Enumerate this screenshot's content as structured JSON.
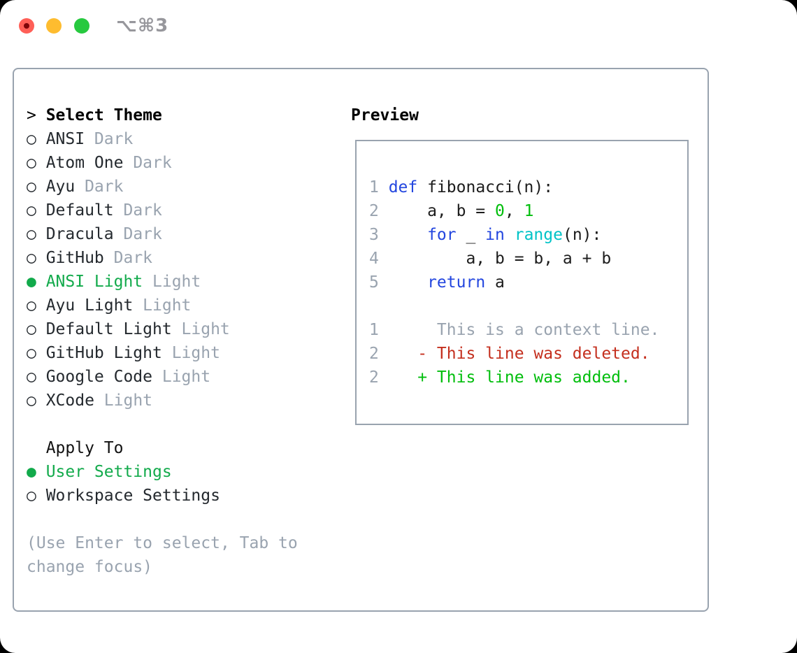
{
  "colors": {
    "ui-green": "#12aa4b",
    "kw": "#2346df",
    "builtin": "#00c3c7",
    "num": "#00be0c",
    "add": "#00be0c",
    "del": "#c42f1e",
    "muted": "#99a3af",
    "text": "#24292e",
    "code": "#1c1c1c",
    "border": "#99a3af",
    "traffic-red": "#ff5f57",
    "traffic-yellow": "#febc2f",
    "traffic-green": "#27c93f"
  },
  "titlebar": {
    "shortcut": "⌥⌘3"
  },
  "theme_panel": {
    "header_prefix": ">",
    "header": "Select Theme",
    "radio_selected": "●",
    "radio_unselected": "○",
    "items": [
      {
        "name": "ANSI",
        "tag": "Dark",
        "selected": false
      },
      {
        "name": "Atom One",
        "tag": "Dark",
        "selected": false
      },
      {
        "name": "Ayu",
        "tag": "Dark",
        "selected": false
      },
      {
        "name": "Default",
        "tag": "Dark",
        "selected": false
      },
      {
        "name": "Dracula",
        "tag": "Dark",
        "selected": false
      },
      {
        "name": "GitHub",
        "tag": "Dark",
        "selected": false
      },
      {
        "name": "ANSI Light",
        "tag": "Light",
        "selected": true
      },
      {
        "name": "Ayu Light",
        "tag": "Light",
        "selected": false
      },
      {
        "name": "Default Light",
        "tag": "Light",
        "selected": false
      },
      {
        "name": "GitHub Light",
        "tag": "Light",
        "selected": false
      },
      {
        "name": "Google Code",
        "tag": "Light",
        "selected": false
      },
      {
        "name": "XCode",
        "tag": "Light",
        "selected": false
      }
    ]
  },
  "apply_panel": {
    "header": "Apply To",
    "options": [
      {
        "label": "User Settings",
        "selected": true
      },
      {
        "label": "Workspace Settings",
        "selected": false
      }
    ]
  },
  "help_text": "(Use Enter to select, Tab to change focus)",
  "preview": {
    "header": "Preview",
    "code_lines": [
      {
        "n": "1",
        "parts": [
          {
            "t": "def",
            "c": "kw"
          },
          {
            "t": " fibonacci(n):",
            "c": "plain"
          }
        ]
      },
      {
        "n": "2",
        "parts": [
          {
            "t": "    a, b = ",
            "c": "plain"
          },
          {
            "t": "0",
            "c": "num"
          },
          {
            "t": ", ",
            "c": "plain"
          },
          {
            "t": "1",
            "c": "num"
          }
        ]
      },
      {
        "n": "3",
        "parts": [
          {
            "t": "    ",
            "c": "plain"
          },
          {
            "t": "for",
            "c": "kw"
          },
          {
            "t": " _ ",
            "c": "plain"
          },
          {
            "t": "in",
            "c": "kw"
          },
          {
            "t": " ",
            "c": "plain"
          },
          {
            "t": "range",
            "c": "builtin"
          },
          {
            "t": "(n):",
            "c": "plain"
          }
        ]
      },
      {
        "n": "4",
        "parts": [
          {
            "t": "        a, b = b, a + b",
            "c": "plain"
          }
        ]
      },
      {
        "n": "5",
        "parts": [
          {
            "t": "    ",
            "c": "plain"
          },
          {
            "t": "return",
            "c": "kw"
          },
          {
            "t": " a",
            "c": "plain"
          }
        ]
      }
    ],
    "diff_lines": [
      {
        "n": "1",
        "kind": "context",
        "parts": [
          {
            "t": "     This is a context line.",
            "c": "ctx"
          }
        ]
      },
      {
        "n": "2",
        "kind": "deleted",
        "parts": [
          {
            "t": "   - This line was deleted.",
            "c": "del"
          }
        ]
      },
      {
        "n": "2",
        "kind": "added",
        "parts": [
          {
            "t": "   + This line was added.",
            "c": "add"
          }
        ]
      }
    ]
  }
}
